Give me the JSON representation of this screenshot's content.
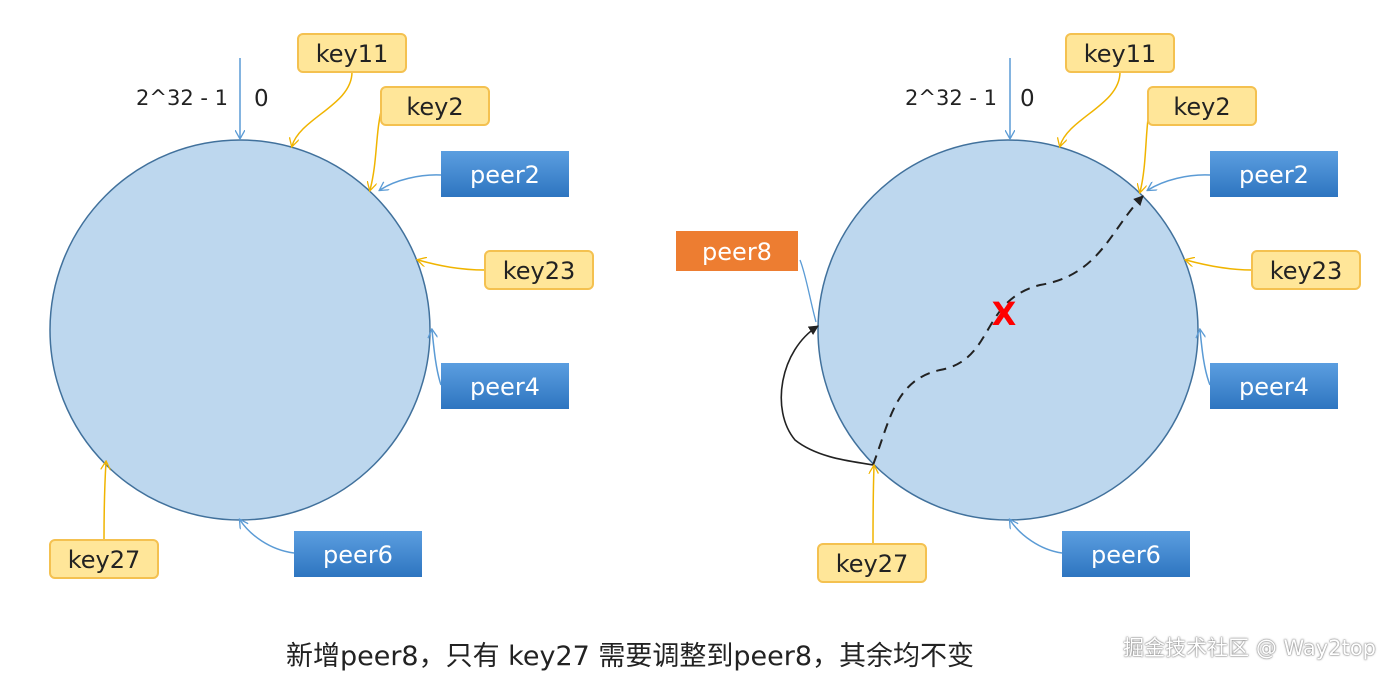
{
  "left_ring": {
    "label_max": "2^32 - 1",
    "label_zero": "0",
    "keys": [
      "key11",
      "key2",
      "key23",
      "key27"
    ],
    "peers": [
      "peer2",
      "peer4",
      "peer6"
    ]
  },
  "right_ring": {
    "label_max": "2^32 - 1",
    "label_zero": "0",
    "keys": [
      "key11",
      "key2",
      "key23",
      "key27"
    ],
    "peers": [
      "peer2",
      "peer4",
      "peer6"
    ],
    "new_peer": "peer8",
    "removed_mark": "X"
  },
  "caption": "新增peer8，只有 key27 需要调整到peer8，其余均不变",
  "watermark": "掘金技术社区 @ Way2top",
  "colors": {
    "circle_fill": "#bdd7ee",
    "circle_stroke": "#41719c",
    "key_fill": "#ffe699",
    "key_stroke": "#f4c150",
    "peer_fill": "#3f88cf",
    "new_peer_fill": "#ed7d31",
    "mark": "#ff0000"
  }
}
